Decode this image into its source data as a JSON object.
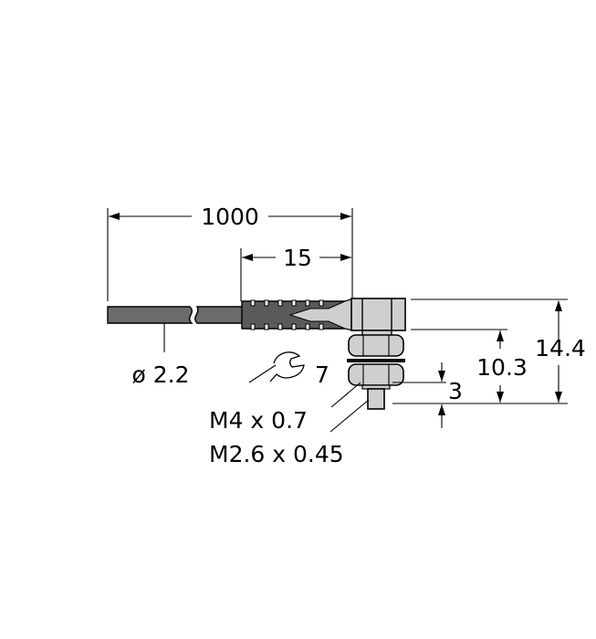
{
  "drawing": {
    "title": "Angled M4 connector cable dimension drawing",
    "colors": {
      "cable": "#6b6b6b",
      "overmold": "#5a5a5a",
      "body": "#cfcfcf",
      "outline": "#000000"
    },
    "dimensions": {
      "cable_length": "1000",
      "overmold_length": "15",
      "cable_diameter": "ø 2.2",
      "wrench_size": "7",
      "total_height": "14.4",
      "thread_height": "10.3",
      "pin_length": "3",
      "thread_main": "M4 x 0.7",
      "thread_pin": "M2.6 x 0.45"
    },
    "icons": {
      "wrench": "wrench-icon"
    }
  }
}
